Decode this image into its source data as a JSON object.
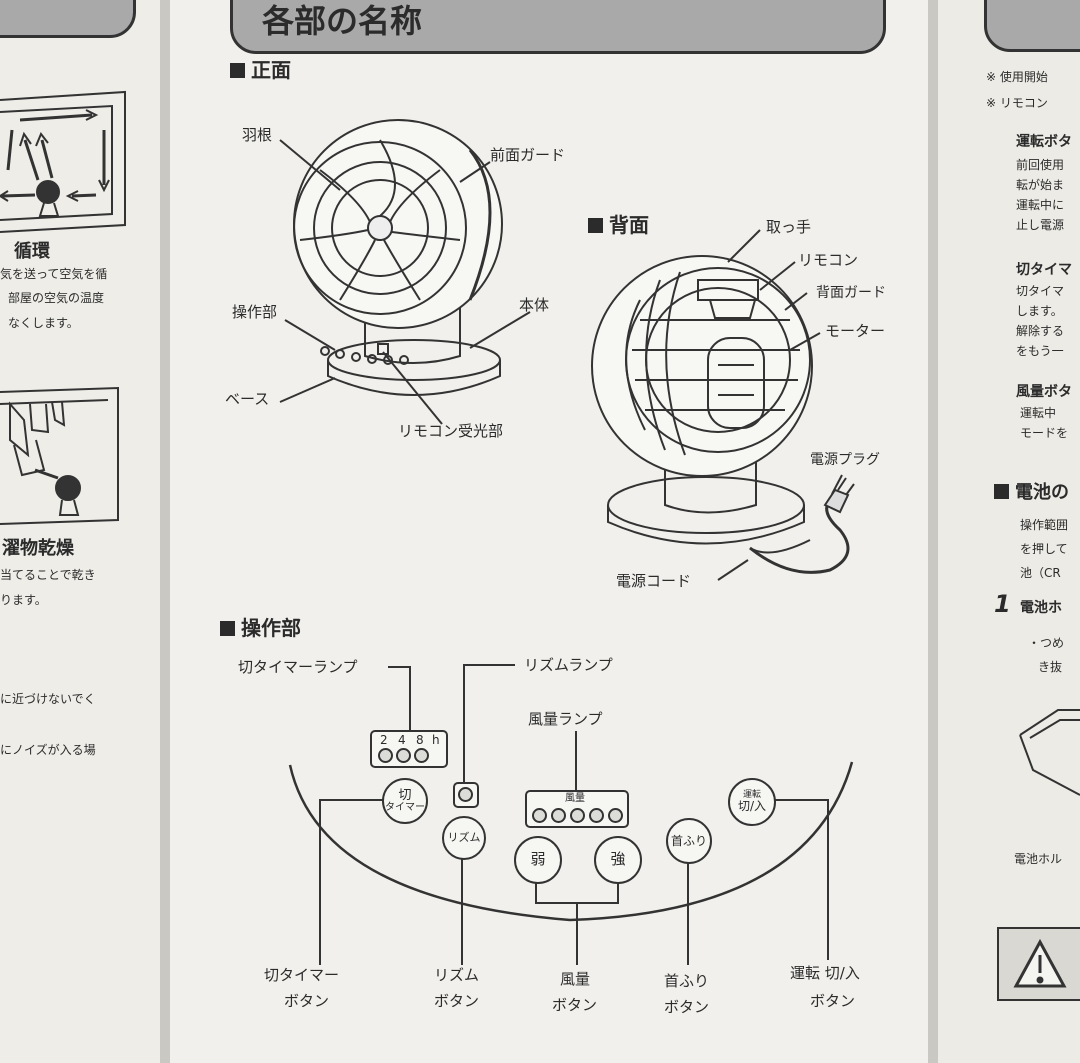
{
  "left": {
    "cycle_title": "循環",
    "cycle_lines": [
      "気を送って空気を循",
      "部屋の空気の温度",
      "なくします。"
    ],
    "laundry_title": "濯物乾燥",
    "laundry_lines": [
      "当てることで乾き",
      "ります。"
    ],
    "notes": [
      "に近づけないでく",
      "にノイズが入る場"
    ]
  },
  "center": {
    "header": "各部の名称",
    "front": {
      "heading": "正面",
      "labels": {
        "blade": "羽根",
        "front_guard": "前面ガード",
        "control": "操作部",
        "body": "本体",
        "base": "ベース",
        "receiver": "リモコン受光部"
      }
    },
    "back": {
      "heading": "背面",
      "labels": {
        "handle": "取っ手",
        "remote": "リモコン",
        "back_guard": "背面ガード",
        "motor": "モーター",
        "plug": "電源プラグ",
        "cord": "電源コード"
      }
    },
    "panel": {
      "heading": "操作部",
      "timer_lamp": "切タイマーランプ",
      "rhythm_lamp": "リズムランプ",
      "fan_lamp": "風量ランプ",
      "timer_marks": [
        "2",
        "4",
        "8",
        "h"
      ],
      "fan_lamp_label": "風量",
      "buttons": {
        "timer": [
          "切",
          "タイマー"
        ],
        "rhythm": "リズム",
        "weak": "弱",
        "strong": "強",
        "swing": "首ふり",
        "power": [
          "運転",
          "切/入"
        ]
      },
      "bottom_labels": {
        "timer": [
          "切タイマー",
          "ボタン"
        ],
        "rhythm": [
          "リズム",
          "ボタン"
        ],
        "fan": [
          "風量",
          "ボタン"
        ],
        "swing": [
          "首ふり",
          "ボタン"
        ],
        "power": [
          "運転 切/入",
          "ボタン"
        ]
      }
    }
  },
  "right": {
    "notes": [
      "※ 使用開始",
      "※ リモコン"
    ],
    "op_title": "運転ボタ",
    "op_lines": [
      "前回使用",
      "転が始ま",
      "運転中に",
      "止し電源"
    ],
    "timer_title": "切タイマ",
    "timer_lines": [
      "切タイマ",
      "します。",
      "解除する",
      "をもう一"
    ],
    "fan_title": "風量ボタ",
    "fan_lines": [
      "運転中",
      "モードを"
    ],
    "battery_heading": "電池の",
    "battery_lines": [
      "操作範囲",
      "を押して",
      "池（CR"
    ],
    "step_no": "1",
    "step_title": "電池ホ",
    "step_lines": [
      "・つめ",
      "き抜"
    ],
    "holder_caption": "電池ホル"
  }
}
